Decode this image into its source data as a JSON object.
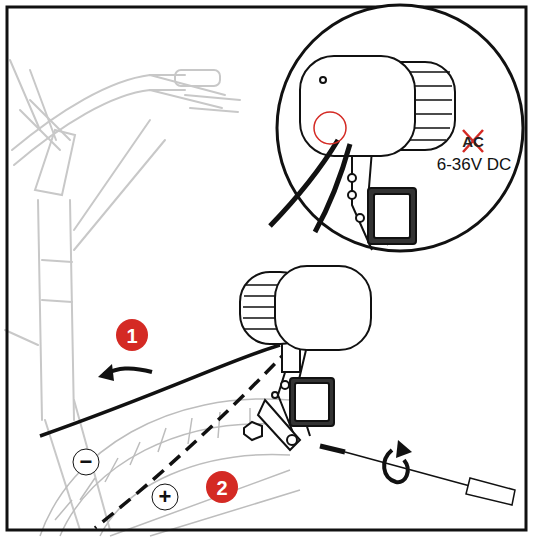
{
  "diagram": {
    "labels": [
      "AC",
      "6-36V DC",
      "1",
      "2",
      "−",
      "+"
    ]
  }
}
